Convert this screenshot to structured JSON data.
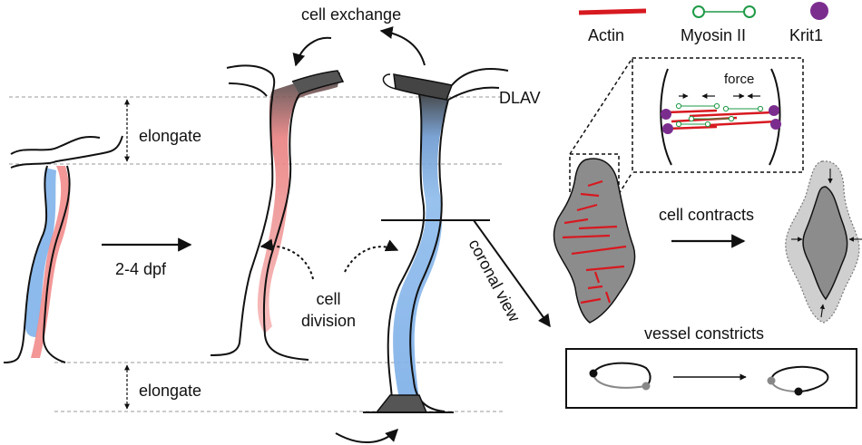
{
  "labels": {
    "cell_exchange": "cell exchange",
    "dlav": "DLAV",
    "elongate_top": "elongate",
    "elongate_bottom": "elongate",
    "timespan": "2-4 dpf",
    "cell_division_line1": "cell",
    "cell_division_line2": "division",
    "coronal_view": "coronal view",
    "force": "force",
    "cell_contracts": "cell contracts",
    "vessel_constricts": "vessel constricts"
  },
  "legend": [
    {
      "label": "Actin",
      "color": "#d71920"
    },
    {
      "label": "Myosin II",
      "color": "#1f9a47"
    },
    {
      "label": "Krit1",
      "color": "#7b2d8e"
    }
  ],
  "colors": {
    "red_cell": "#f28c8c",
    "blue_cell": "#7fb2ea",
    "dark_cell": "#555555",
    "cell_grey": "#8c8c8c",
    "halo_grey": "#cfcfcf",
    "dashed_line": "#9a9a9a"
  }
}
